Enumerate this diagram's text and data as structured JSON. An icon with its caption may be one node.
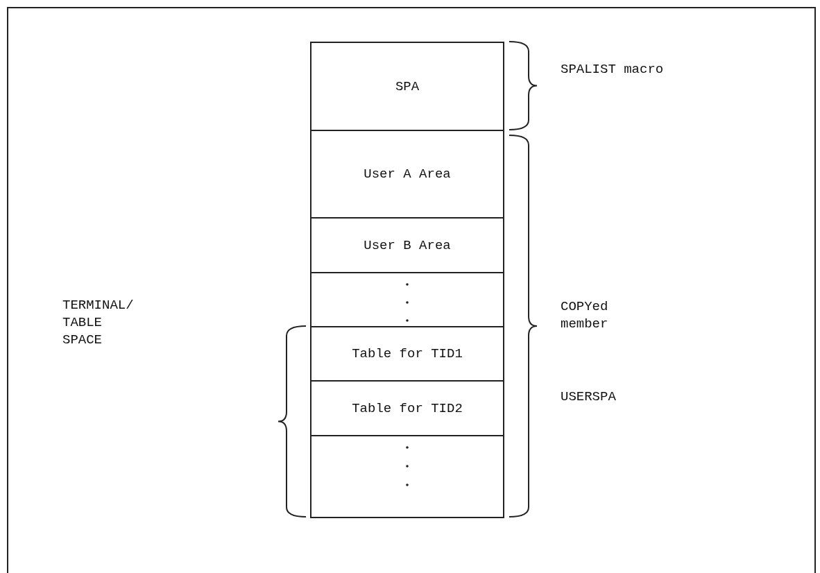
{
  "diagram": {
    "nodes": [
      {
        "text": [
          "SPA"
        ]
      },
      {
        "text": [
          "User A Area"
        ]
      },
      {
        "text": [
          "User B Area"
        ]
      },
      {
        "text": [],
        "shape": "box"
      },
      {
        "text": [
          "Table for TID1"
        ]
      },
      {
        "text": [
          "Table for TID2"
        ]
      },
      {
        "text": [],
        "shape": "box"
      }
    ],
    "labels": [
      "SPALIST macro",
      "COPYed member",
      "TERMINAL/ TABLE SPACE",
      "USERSPA"
    ]
  }
}
